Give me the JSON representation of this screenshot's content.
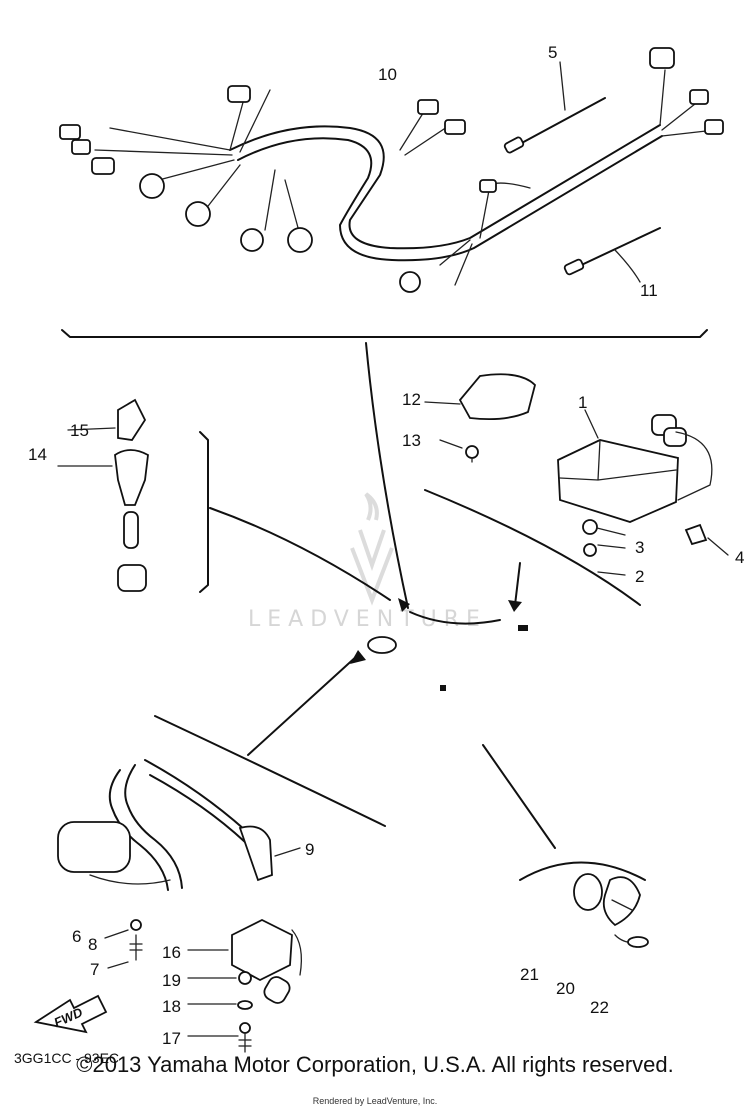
{
  "labels": {
    "p1": "1",
    "p2": "2",
    "p3": "3",
    "p4": "4",
    "p5": "5",
    "p6": "6",
    "p7": "7",
    "p8": "8",
    "p9": "9",
    "p10": "10",
    "p11": "11",
    "p12": "12",
    "p13": "13",
    "p14": "14",
    "p15": "15",
    "p16": "16",
    "p17": "17",
    "p18": "18",
    "p19": "19",
    "p20": "20",
    "p21": "21",
    "p22": "22"
  },
  "diagram_code": "3GG1CC - 93EC",
  "fwd_label": "FWD",
  "watermark": "LEADVENTURE",
  "copyright": "©2013 Yamaha Motor Corporation, U.S.A. All rights reserved.",
  "rendered_by": "Rendered by LeadVenture, Inc.",
  "colors": {
    "ink": "#111111",
    "paper": "#ffffff",
    "watermark": "#d6d6d6"
  }
}
